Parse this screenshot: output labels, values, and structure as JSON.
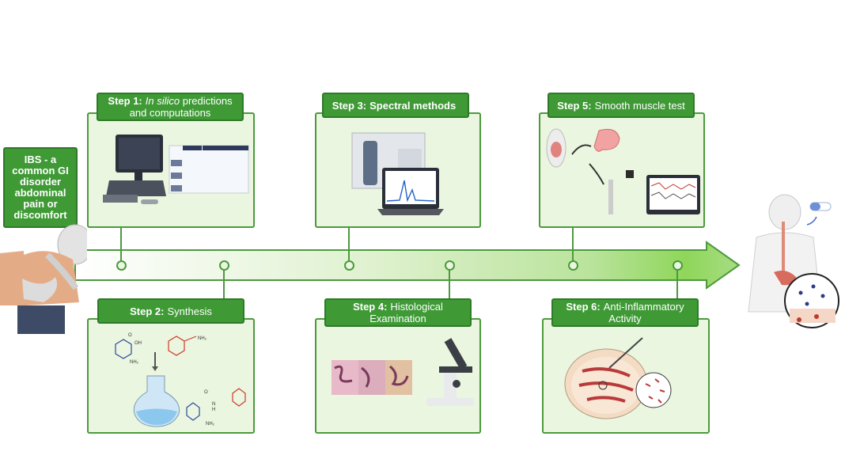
{
  "ibs": {
    "text": "IBS - a common GI disorder abdominal pain or discomfort"
  },
  "steps": [
    {
      "prefix": "Step 1:",
      "italic": "In silico",
      "text": " predictions and computations"
    },
    {
      "prefix": "Step 2:",
      "text": "Synthesis"
    },
    {
      "prefix": "Step 3:",
      "text": "Spectral methods"
    },
    {
      "prefix": "Step 4:",
      "text": "Histological Examination"
    },
    {
      "prefix": "Step 5:",
      "text": "Smooth muscle test"
    },
    {
      "prefix": "Step 6:",
      "text": "Anti-Inflammatory Activity"
    }
  ],
  "molecules": {
    "oh": "OH",
    "o": "O",
    "nh2_a": "NH₂",
    "nh2_b": "NH₂",
    "nh2_c": "NH₂",
    "n": "N",
    "h": "H"
  },
  "colors": {
    "panel_fill": "#eaf6df",
    "panel_border": "#4c9a3d",
    "label_fill": "#3f9a36",
    "arrow_start": "#ffffff",
    "arrow_end": "#8fd65a"
  }
}
